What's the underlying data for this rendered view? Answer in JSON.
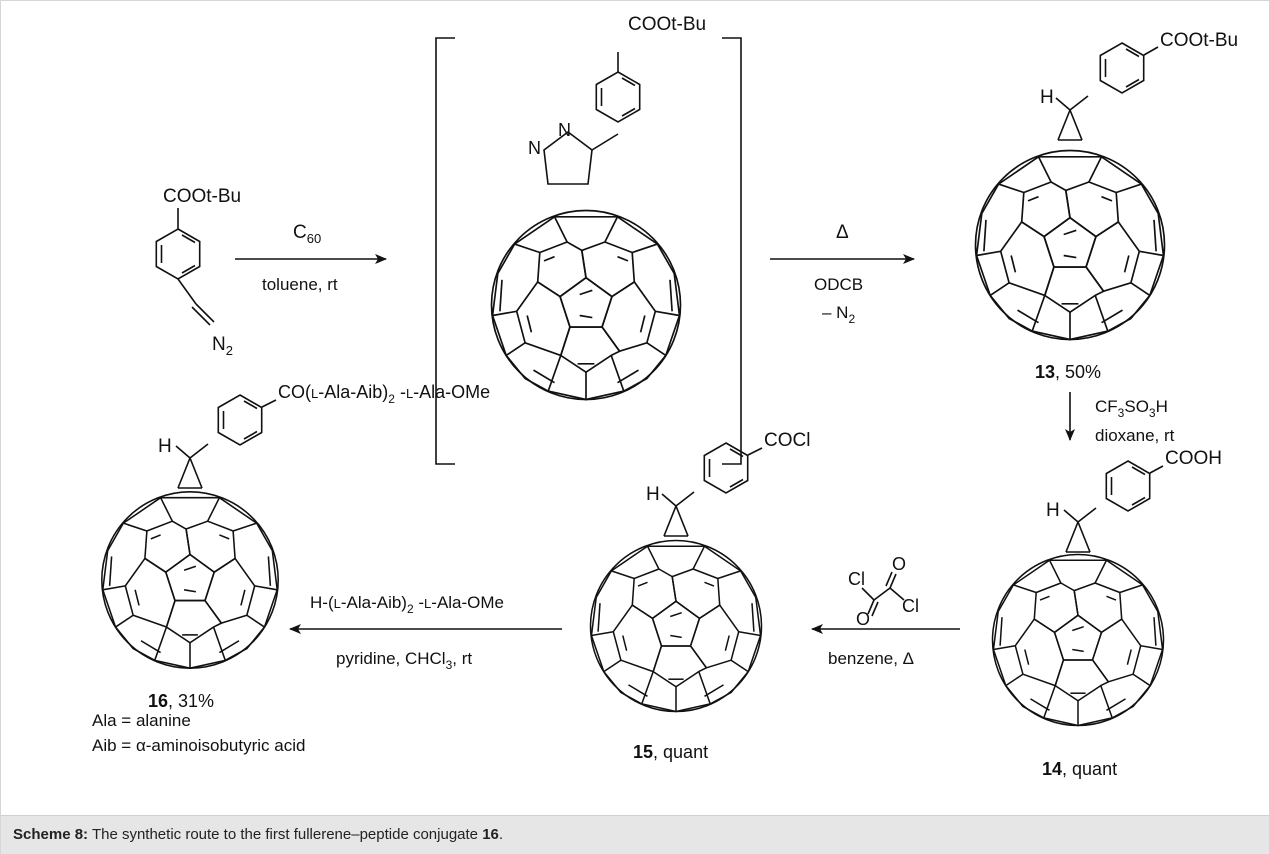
{
  "caption": {
    "label": "Scheme 8:",
    "text": " The synthetic route to the first fullerene–peptide conjugate ",
    "compound": "16",
    "end": "."
  },
  "reagent": {
    "group": "COOt-Bu",
    "diazo": "N2"
  },
  "intermediate": {
    "group": "COOt-Bu",
    "n1": "N",
    "n2": "N"
  },
  "step1": {
    "above": "C60",
    "below": "toluene, rt"
  },
  "step2": {
    "above": "Δ",
    "below1": "ODCB",
    "below2": "– N2"
  },
  "step3": {
    "line1": "CF3SO3H",
    "line2": "dioxane, rt"
  },
  "step4": {
    "reagent_cl1": "Cl",
    "reagent_o1": "O",
    "reagent_o2": "O",
    "reagent_cl2": "Cl",
    "below": "benzene, Δ"
  },
  "step5": {
    "above": "H-(L-Ala-Aib)2 -L-Ala-OMe",
    "below": "pyridine, CHCl3, rt"
  },
  "compounds": {
    "c13": {
      "group": "COOt-Bu",
      "h": "H",
      "number": "13",
      "yield": ", 50%"
    },
    "c14": {
      "group": "COOH",
      "h": "H",
      "number": "14",
      "yield": ", quant"
    },
    "c15": {
      "group": "COCl",
      "h": "H",
      "number": "15",
      "yield": ", quant"
    },
    "c16": {
      "group": "CO(L-Ala-Aib)2 -L-Ala-OMe",
      "h": "H",
      "number": "16",
      "yield": ", 31%"
    }
  },
  "legend": {
    "ala": "Ala = alanine",
    "aib": "Aib = α-aminoisobutyric acid"
  }
}
